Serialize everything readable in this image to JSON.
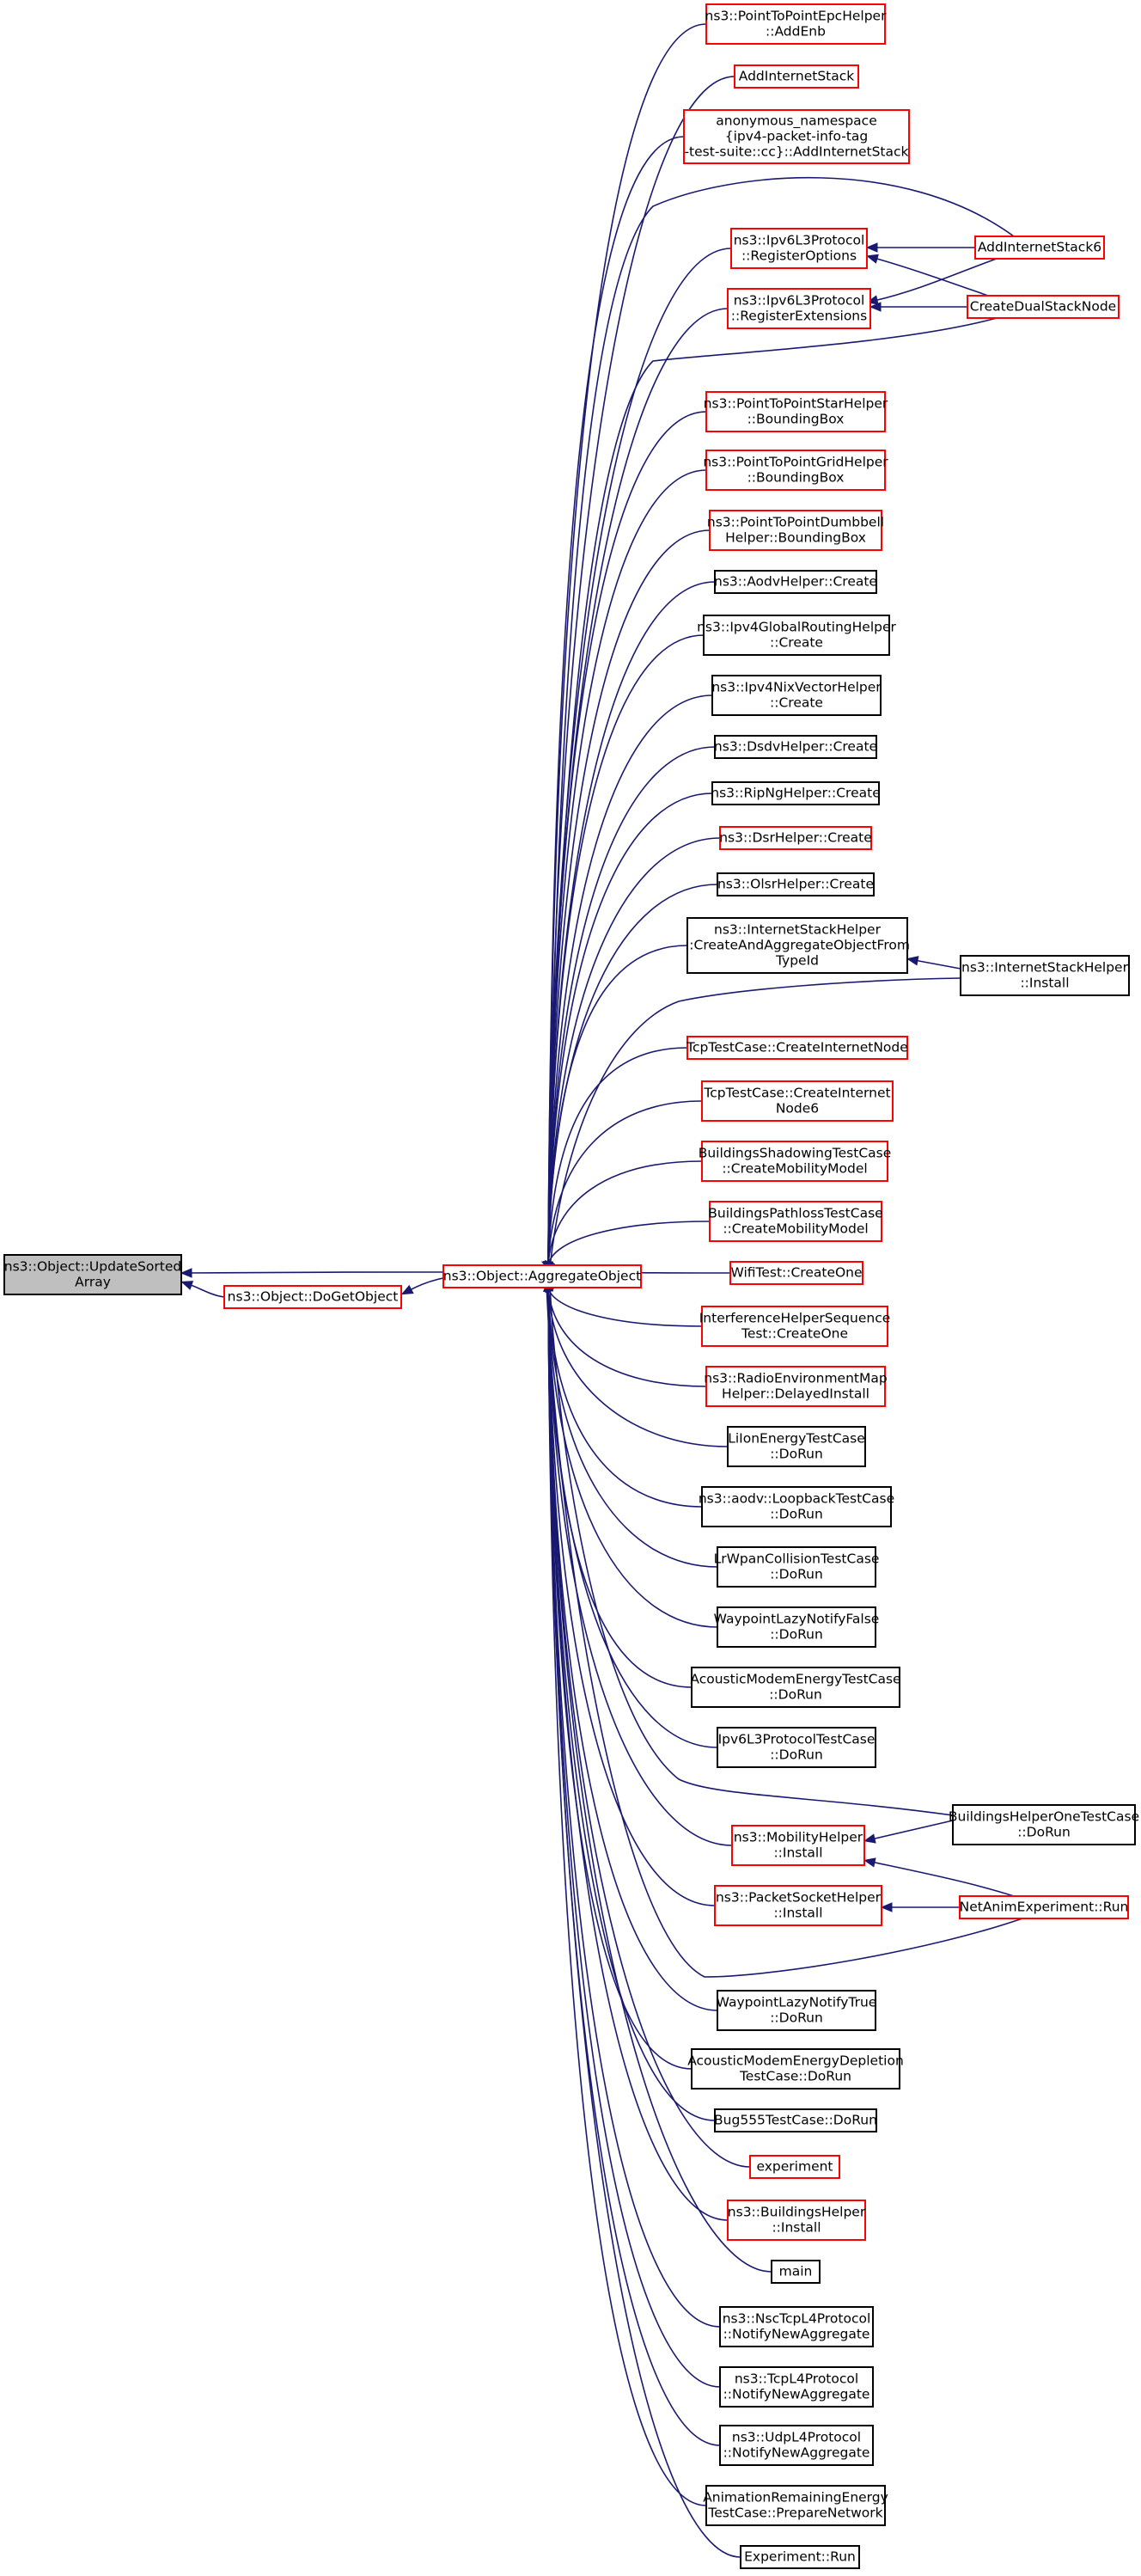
{
  "colors": {
    "edge": "#191970",
    "border_black": "#000000",
    "border_red": "#ff0000",
    "focus_fill": "#bfbfbf",
    "node_fill": "#ffffff"
  },
  "nodes": [
    {
      "id": "update_sorted_array",
      "lines": [
        "ns3::Object::UpdateSorted",
        "Array"
      ],
      "border": "black",
      "focus": true
    },
    {
      "id": "do_get_object",
      "lines": [
        "ns3::Object::DoGetObject"
      ],
      "border": "red"
    },
    {
      "id": "aggregate_object",
      "lines": [
        "ns3::Object::AggregateObject"
      ],
      "border": "red"
    },
    {
      "id": "p2p_epc_addenb",
      "lines": [
        "ns3::PointToPointEpcHelper",
        "::AddEnb"
      ],
      "border": "red"
    },
    {
      "id": "add_internet_stack",
      "lines": [
        "AddInternetStack"
      ],
      "border": "red"
    },
    {
      "id": "anon_add_internet_stack",
      "lines": [
        "anonymous_namespace",
        "{ipv4-packet-info-tag",
        "-test-suite::cc}::AddInternetStack"
      ],
      "border": "red"
    },
    {
      "id": "ipv6l3_register_options",
      "lines": [
        "ns3::Ipv6L3Protocol",
        "::RegisterOptions"
      ],
      "border": "red"
    },
    {
      "id": "ipv6l3_register_extensions",
      "lines": [
        "ns3::Ipv6L3Protocol",
        "::RegisterExtensions"
      ],
      "border": "red"
    },
    {
      "id": "add_internet_stack6",
      "lines": [
        "AddInternetStack6"
      ],
      "border": "red"
    },
    {
      "id": "create_dual_stack_node",
      "lines": [
        "CreateDualStackNode"
      ],
      "border": "red"
    },
    {
      "id": "p2p_star_bbox",
      "lines": [
        "ns3::PointToPointStarHelper",
        "::BoundingBox"
      ],
      "border": "red"
    },
    {
      "id": "p2p_grid_bbox",
      "lines": [
        "ns3::PointToPointGridHelper",
        "::BoundingBox"
      ],
      "border": "red"
    },
    {
      "id": "p2p_dumbbell_bbox",
      "lines": [
        "ns3::PointToPointDumbbell",
        "Helper::BoundingBox"
      ],
      "border": "red"
    },
    {
      "id": "aodv_create",
      "lines": [
        "ns3::AodvHelper::Create"
      ],
      "border": "black"
    },
    {
      "id": "ipv4_global_create",
      "lines": [
        "ns3::Ipv4GlobalRoutingHelper",
        "::Create"
      ],
      "border": "black"
    },
    {
      "id": "ipv4_nix_create",
      "lines": [
        "ns3::Ipv4NixVectorHelper",
        "::Create"
      ],
      "border": "black"
    },
    {
      "id": "dsdv_create",
      "lines": [
        "ns3::DsdvHelper::Create"
      ],
      "border": "black"
    },
    {
      "id": "ripng_create",
      "lines": [
        "ns3::RipNgHelper::Create"
      ],
      "border": "black"
    },
    {
      "id": "dsr_create",
      "lines": [
        "ns3::DsrHelper::Create"
      ],
      "border": "red"
    },
    {
      "id": "olsr_create",
      "lines": [
        "ns3::OlsrHelper::Create"
      ],
      "border": "black"
    },
    {
      "id": "ish_create_aggregate",
      "lines": [
        "ns3::InternetStackHelper",
        "::CreateAndAggregateObjectFrom",
        "TypeId"
      ],
      "border": "black"
    },
    {
      "id": "ish_install",
      "lines": [
        "ns3::InternetStackHelper",
        "::Install"
      ],
      "border": "black"
    },
    {
      "id": "tcp_create_node",
      "lines": [
        "TcpTestCase::CreateInternetNode"
      ],
      "border": "red"
    },
    {
      "id": "tcp_create_node6",
      "lines": [
        "TcpTestCase::CreateInternet",
        "Node6"
      ],
      "border": "red"
    },
    {
      "id": "bld_shadowing_mobility",
      "lines": [
        "BuildingsShadowingTestCase",
        "::CreateMobilityModel"
      ],
      "border": "red"
    },
    {
      "id": "bld_pathloss_mobility",
      "lines": [
        "BuildingsPathlossTestCase",
        "::CreateMobilityModel"
      ],
      "border": "red"
    },
    {
      "id": "wifi_create_one",
      "lines": [
        "WifiTest::CreateOne"
      ],
      "border": "red"
    },
    {
      "id": "interference_create_one",
      "lines": [
        "InterferenceHelperSequence",
        "Test::CreateOne"
      ],
      "border": "red"
    },
    {
      "id": "radio_env_delayed_install",
      "lines": [
        "ns3::RadioEnvironmentMap",
        "Helper::DelayedInstall"
      ],
      "border": "red"
    },
    {
      "id": "liion_dorun",
      "lines": [
        "LiIonEnergyTestCase",
        "::DoRun"
      ],
      "border": "black"
    },
    {
      "id": "aodv_loopback_dorun",
      "lines": [
        "ns3::aodv::LoopbackTestCase",
        "::DoRun"
      ],
      "border": "black"
    },
    {
      "id": "lrwpan_collision_dorun",
      "lines": [
        "LrWpanCollisionTestCase",
        "::DoRun"
      ],
      "border": "black"
    },
    {
      "id": "waypoint_false_dorun",
      "lines": [
        "WaypointLazyNotifyFalse",
        "::DoRun"
      ],
      "border": "black"
    },
    {
      "id": "acoustic_energy_dorun",
      "lines": [
        "AcousticModemEnergyTestCase",
        "::DoRun"
      ],
      "border": "black"
    },
    {
      "id": "ipv6l3_test_dorun",
      "lines": [
        "Ipv6L3ProtocolTestCase",
        "::DoRun"
      ],
      "border": "black"
    },
    {
      "id": "buildings_helper_one_dorun",
      "lines": [
        "BuildingsHelperOneTestCase",
        "::DoRun"
      ],
      "border": "black"
    },
    {
      "id": "mobility_helper_install",
      "lines": [
        "ns3::MobilityHelper",
        "::Install"
      ],
      "border": "red"
    },
    {
      "id": "packet_socket_install",
      "lines": [
        "ns3::PacketSocketHelper",
        "::Install"
      ],
      "border": "red"
    },
    {
      "id": "netanim_run",
      "lines": [
        "NetAnimExperiment::Run"
      ],
      "border": "red"
    },
    {
      "id": "waypoint_true_dorun",
      "lines": [
        "WaypointLazyNotifyTrue",
        "::DoRun"
      ],
      "border": "black"
    },
    {
      "id": "acoustic_depletion_dorun",
      "lines": [
        "AcousticModemEnergyDepletion",
        "TestCase::DoRun"
      ],
      "border": "black"
    },
    {
      "id": "bug555_dorun",
      "lines": [
        "Bug555TestCase::DoRun"
      ],
      "border": "black"
    },
    {
      "id": "experiment",
      "lines": [
        "experiment"
      ],
      "border": "red"
    },
    {
      "id": "buildings_helper_install",
      "lines": [
        "ns3::BuildingsHelper",
        "::Install"
      ],
      "border": "red"
    },
    {
      "id": "main",
      "lines": [
        "main"
      ],
      "border": "black"
    },
    {
      "id": "nsc_tcpl4_notify",
      "lines": [
        "ns3::NscTcpL4Protocol",
        "::NotifyNewAggregate"
      ],
      "border": "black"
    },
    {
      "id": "tcpl4_notify",
      "lines": [
        "ns3::TcpL4Protocol",
        "::NotifyNewAggregate"
      ],
      "border": "black"
    },
    {
      "id": "udpl4_notify",
      "lines": [
        "ns3::UdpL4Protocol",
        "::NotifyNewAggregate"
      ],
      "border": "black"
    },
    {
      "id": "anim_remaining_prepare",
      "lines": [
        "AnimationRemainingEnergy",
        "TestCase::PrepareNetwork"
      ],
      "border": "black"
    },
    {
      "id": "experiment_run",
      "lines": [
        "Experiment::Run"
      ],
      "border": "black"
    }
  ],
  "edges": [
    {
      "from": "do_get_object",
      "to": "update_sorted_array"
    },
    {
      "from": "aggregate_object",
      "to": "update_sorted_array"
    },
    {
      "from": "aggregate_object",
      "to": "do_get_object"
    },
    {
      "from": "p2p_epc_addenb",
      "to": "aggregate_object"
    },
    {
      "from": "add_internet_stack",
      "to": "aggregate_object"
    },
    {
      "from": "anon_add_internet_stack",
      "to": "aggregate_object"
    },
    {
      "from": "add_internet_stack6",
      "to": "aggregate_object"
    },
    {
      "from": "ipv6l3_register_options",
      "to": "aggregate_object"
    },
    {
      "from": "ipv6l3_register_extensions",
      "to": "aggregate_object"
    },
    {
      "from": "create_dual_stack_node",
      "to": "aggregate_object"
    },
    {
      "from": "add_internet_stack6",
      "to": "ipv6l3_register_options"
    },
    {
      "from": "create_dual_stack_node",
      "to": "ipv6l3_register_options"
    },
    {
      "from": "add_internet_stack6",
      "to": "ipv6l3_register_extensions"
    },
    {
      "from": "create_dual_stack_node",
      "to": "ipv6l3_register_extensions"
    },
    {
      "from": "p2p_star_bbox",
      "to": "aggregate_object"
    },
    {
      "from": "p2p_grid_bbox",
      "to": "aggregate_object"
    },
    {
      "from": "p2p_dumbbell_bbox",
      "to": "aggregate_object"
    },
    {
      "from": "aodv_create",
      "to": "aggregate_object"
    },
    {
      "from": "ipv4_global_create",
      "to": "aggregate_object"
    },
    {
      "from": "ipv4_nix_create",
      "to": "aggregate_object"
    },
    {
      "from": "dsdv_create",
      "to": "aggregate_object"
    },
    {
      "from": "ripng_create",
      "to": "aggregate_object"
    },
    {
      "from": "dsr_create",
      "to": "aggregate_object"
    },
    {
      "from": "olsr_create",
      "to": "aggregate_object"
    },
    {
      "from": "ish_create_aggregate",
      "to": "aggregate_object"
    },
    {
      "from": "ish_install",
      "to": "ish_create_aggregate"
    },
    {
      "from": "ish_install",
      "to": "aggregate_object"
    },
    {
      "from": "tcp_create_node",
      "to": "aggregate_object"
    },
    {
      "from": "tcp_create_node6",
      "to": "aggregate_object"
    },
    {
      "from": "bld_shadowing_mobility",
      "to": "aggregate_object"
    },
    {
      "from": "bld_pathloss_mobility",
      "to": "aggregate_object"
    },
    {
      "from": "wifi_create_one",
      "to": "aggregate_object"
    },
    {
      "from": "interference_create_one",
      "to": "aggregate_object"
    },
    {
      "from": "radio_env_delayed_install",
      "to": "aggregate_object"
    },
    {
      "from": "liion_dorun",
      "to": "aggregate_object"
    },
    {
      "from": "aodv_loopback_dorun",
      "to": "aggregate_object"
    },
    {
      "from": "lrwpan_collision_dorun",
      "to": "aggregate_object"
    },
    {
      "from": "waypoint_false_dorun",
      "to": "aggregate_object"
    },
    {
      "from": "acoustic_energy_dorun",
      "to": "aggregate_object"
    },
    {
      "from": "ipv6l3_test_dorun",
      "to": "aggregate_object"
    },
    {
      "from": "buildings_helper_one_dorun",
      "to": "aggregate_object"
    },
    {
      "from": "buildings_helper_one_dorun",
      "to": "mobility_helper_install"
    },
    {
      "from": "mobility_helper_install",
      "to": "aggregate_object"
    },
    {
      "from": "netanim_run",
      "to": "mobility_helper_install"
    },
    {
      "from": "packet_socket_install",
      "to": "aggregate_object"
    },
    {
      "from": "netanim_run",
      "to": "packet_socket_install"
    },
    {
      "from": "netanim_run",
      "to": "aggregate_object"
    },
    {
      "from": "waypoint_true_dorun",
      "to": "aggregate_object"
    },
    {
      "from": "acoustic_depletion_dorun",
      "to": "aggregate_object"
    },
    {
      "from": "bug555_dorun",
      "to": "aggregate_object"
    },
    {
      "from": "experiment",
      "to": "aggregate_object"
    },
    {
      "from": "buildings_helper_install",
      "to": "aggregate_object"
    },
    {
      "from": "main",
      "to": "aggregate_object"
    },
    {
      "from": "nsc_tcpl4_notify",
      "to": "aggregate_object"
    },
    {
      "from": "tcpl4_notify",
      "to": "aggregate_object"
    },
    {
      "from": "udpl4_notify",
      "to": "aggregate_object"
    },
    {
      "from": "anim_remaining_prepare",
      "to": "aggregate_object"
    },
    {
      "from": "experiment_run",
      "to": "aggregate_object"
    }
  ]
}
